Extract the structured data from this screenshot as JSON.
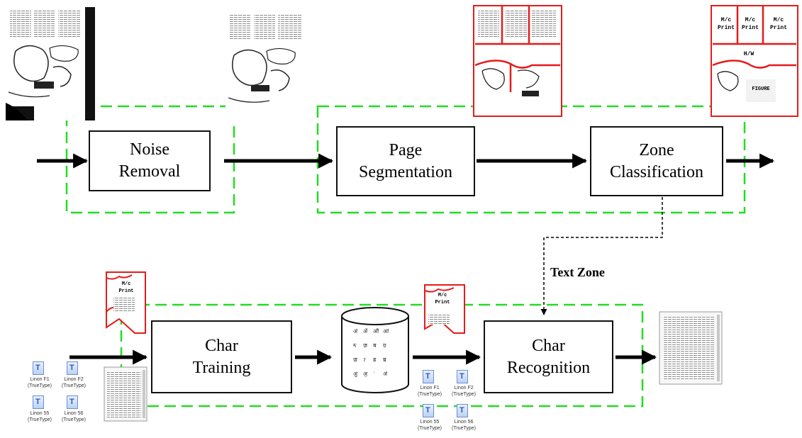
{
  "diagram": {
    "nodes": [
      {
        "id": "noise_removal",
        "label": "Noise\nRemoval"
      },
      {
        "id": "page_segmentation",
        "label": "Page\nSegmentation"
      },
      {
        "id": "zone_classification",
        "label": "Zone\nClassification"
      },
      {
        "id": "char_training",
        "label": "Char\nTraining"
      },
      {
        "id": "char_recognition",
        "label": "Char\nRecognition"
      }
    ],
    "edges": [
      {
        "from": "input",
        "to": "noise_removal"
      },
      {
        "from": "noise_removal",
        "to": "page_segmentation"
      },
      {
        "from": "page_segmentation",
        "to": "zone_classification"
      },
      {
        "from": "zone_classification",
        "to": "output"
      },
      {
        "from": "zone_classification",
        "to": "char_recognition",
        "label": "Text Zone",
        "style": "dashed"
      },
      {
        "from": "training_input",
        "to": "char_training"
      },
      {
        "from": "char_training",
        "to": "character_database"
      },
      {
        "from": "character_database",
        "to": "char_recognition"
      },
      {
        "from": "char_recognition",
        "to": "recognized_text"
      }
    ],
    "zone_labels": {
      "mc_print": "M/c\nPrint",
      "hw": "H/W",
      "figure": "FIGURE"
    },
    "font_files": [
      {
        "name": "Linon F1\n(TrueType)"
      },
      {
        "name": "Linon F2\n(TrueType)"
      },
      {
        "name": "Linon 55\n(TrueType)"
      },
      {
        "name": "Linon 56\n(TrueType)"
      }
    ],
    "colors": {
      "group_border": "#22dd22",
      "zone_border": "#e51b1b",
      "arrow": "#000000",
      "font_icon": "#2b5bb8"
    }
  }
}
